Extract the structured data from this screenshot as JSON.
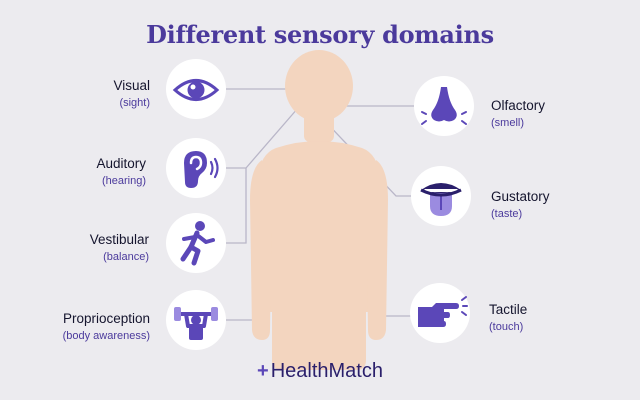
{
  "title": "Different sensory domains",
  "brand": {
    "plus": "+",
    "name": "HealthMatch"
  },
  "colors": {
    "accent": "#5b47b8",
    "title": "#4b3a9c",
    "body": "#f3d5bf",
    "line": "#b9b6c8",
    "bg": "#ecebef"
  },
  "senses": [
    {
      "name": "Visual",
      "detail": "(sight)",
      "icon": "eye-icon"
    },
    {
      "name": "Auditory",
      "detail": "(hearing)",
      "icon": "ear-icon"
    },
    {
      "name": "Vestibular",
      "detail": "(balance)",
      "icon": "running-person-icon"
    },
    {
      "name": "Proprioception",
      "detail": "(body awareness)",
      "icon": "weightlifter-icon"
    },
    {
      "name": "Olfactory",
      "detail": "(smell)",
      "icon": "nose-icon"
    },
    {
      "name": "Gustatory",
      "detail": "(taste)",
      "icon": "tongue-icon"
    },
    {
      "name": "Tactile",
      "detail": "(touch)",
      "icon": "pointing-hand-icon"
    }
  ]
}
